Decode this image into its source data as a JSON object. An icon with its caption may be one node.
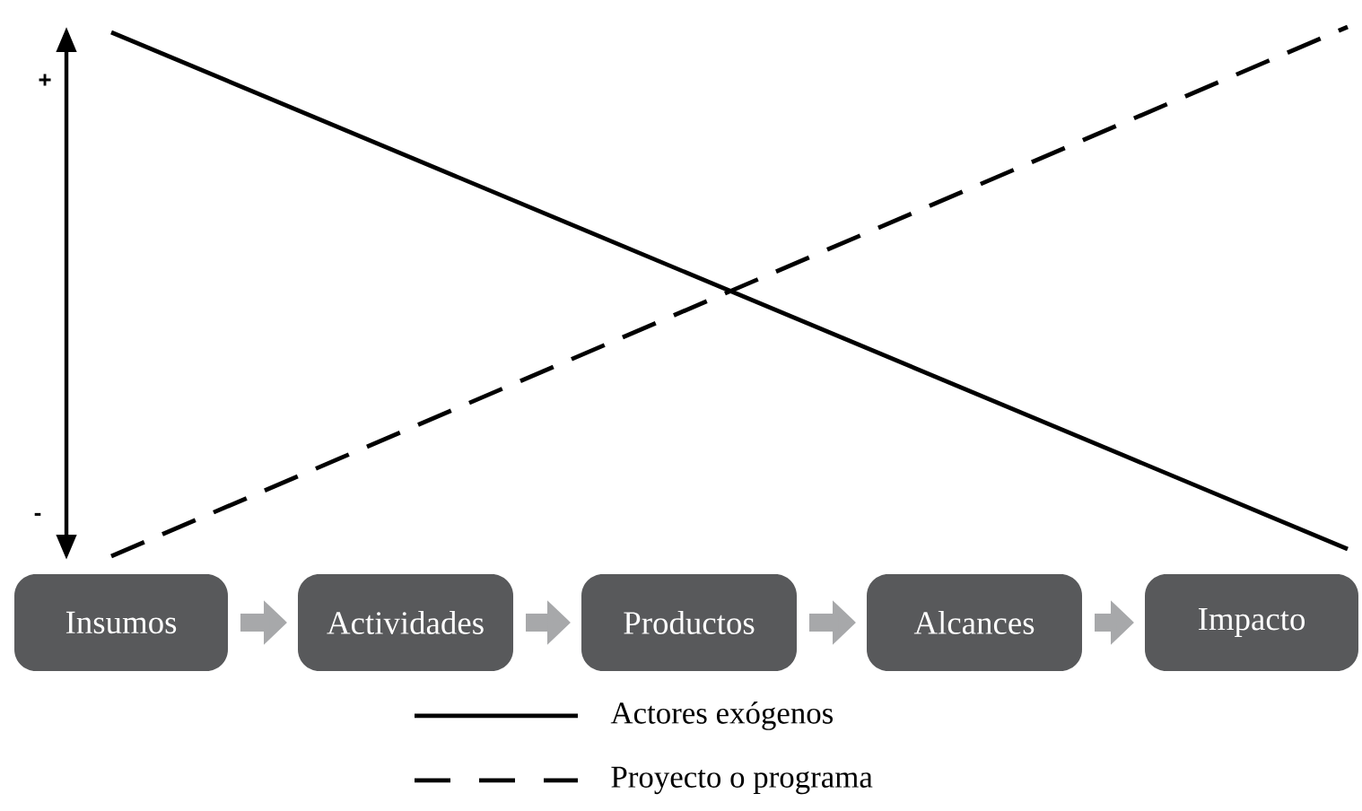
{
  "diagram": {
    "nodes": [
      {
        "text": [
          "Insumos"
        ]
      },
      {
        "text": [
          "Actividades"
        ]
      },
      {
        "text": [
          "Productos"
        ]
      },
      {
        "text": [
          "Alcances"
        ]
      },
      {
        "text": [
          "Impacto"
        ]
      }
    ],
    "edges": [
      {
        "from": 0,
        "to": 1,
        "arrow": "to"
      },
      {
        "from": 1,
        "to": 2,
        "arrow": "to"
      },
      {
        "from": 2,
        "to": 3,
        "arrow": "to"
      },
      {
        "from": 3,
        "to": 4,
        "arrow": "to"
      }
    ],
    "labels": [
      "+",
      "-"
    ],
    "legend": [
      {
        "text": "Actores exógenos"
      },
      {
        "text": "Proyecto o programa"
      }
    ]
  }
}
